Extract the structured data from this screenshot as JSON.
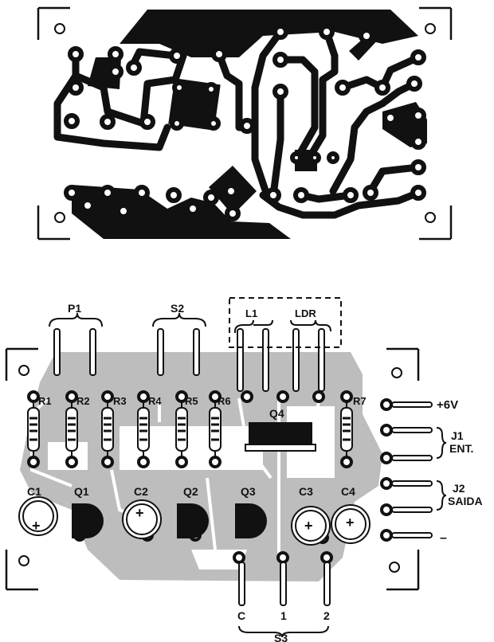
{
  "top_labels": {
    "p1": "P1",
    "s2": "S2",
    "l1": "L1",
    "ldr": "LDR"
  },
  "resistors": [
    "R1",
    "R2",
    "R3",
    "R4",
    "R5",
    "R6",
    "R7"
  ],
  "capacitors": [
    "C1",
    "C2",
    "C3",
    "C4"
  ],
  "transistors": [
    "Q1",
    "Q2",
    "Q3",
    "Q4"
  ],
  "terminals": {
    "plus6v": "+6V",
    "j1": "J1",
    "ent": "ENT.",
    "j2": "J2",
    "saida": "SAIDA",
    "minus": "–"
  },
  "switch": {
    "label": "S3",
    "pins": [
      "C",
      "1",
      "2"
    ]
  },
  "polarity_mark": "+",
  "colors": {
    "copper_dark": "#111111",
    "copper_shade": "#b8b8b8",
    "paper": "#ffffff"
  }
}
